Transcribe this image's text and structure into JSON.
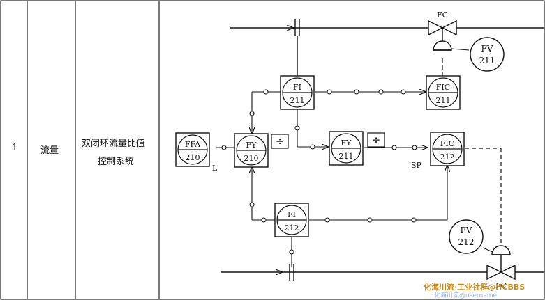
{
  "table": {
    "row_no": "1",
    "category": "流量",
    "description_line1": "双闭环流量比值",
    "description_line2": "控制系统"
  },
  "instruments": {
    "ffa210": {
      "tag": "FFA",
      "num": "210"
    },
    "fy210": {
      "tag": "FY",
      "num": "210"
    },
    "fi211": {
      "tag": "FI",
      "num": "211"
    },
    "fic211": {
      "tag": "FIC",
      "num": "211"
    },
    "fy211": {
      "tag": "FY",
      "num": "211"
    },
    "fic212": {
      "tag": "FIC",
      "num": "212"
    },
    "fi212": {
      "tag": "FI",
      "num": "212"
    },
    "fv211": {
      "tag": "FV",
      "num": "211"
    },
    "fv212": {
      "tag": "FV",
      "num": "212"
    }
  },
  "labels": {
    "fc_top": "FC",
    "fc_bottom": "FC",
    "l_label": "L",
    "sp_label": "SP",
    "divide_symbol": "÷"
  },
  "watermark": {
    "line1": "化海川流·工业社群@HCBBS",
    "line2": "化海川流@username"
  }
}
